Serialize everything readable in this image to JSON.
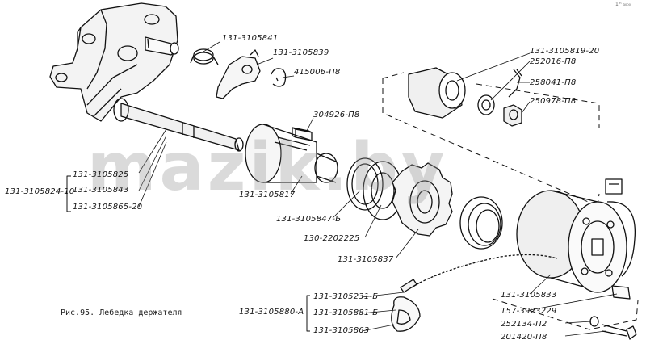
{
  "figure": {
    "caption": "Рис.95. Лебедка держателя",
    "watermark": "mazik.by",
    "corner_mark": "1ᵐ ₃₀₀₀"
  },
  "parts": {
    "p1": "131-3105841",
    "p2": "131-3105839",
    "p3": "415006-П8",
    "p4": "304926-П8",
    "p5": "131-3105819-20",
    "p6": "252016-П8",
    "p7": "258041-П8",
    "p8": "250978-П8",
    "p9": "131-3105824-10",
    "p10": "131-3105825",
    "p11": "131-3105843",
    "p12": "131-3105865-20",
    "p13": "131-3105817",
    "p14": "131-3105847-Б",
    "p15": "130-2202225",
    "p16": "131-3105837",
    "p17": "131-3105833",
    "p18": "157-3923229",
    "p19": "252134-П2",
    "p20": "201420-П8",
    "p21": "131-3105231-Б",
    "p22": "131-3105881-Б",
    "p23": "131-3105863",
    "p24": "131-3105880-А"
  }
}
